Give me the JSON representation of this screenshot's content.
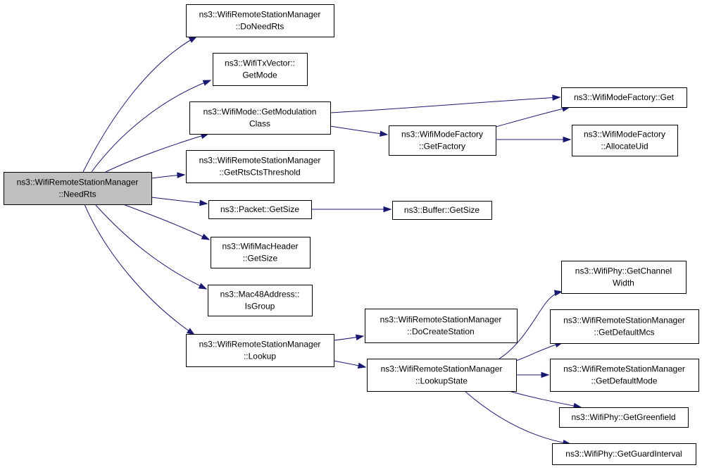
{
  "nodes": [
    {
      "id": "need_rts",
      "lines": [
        "ns3::WifiRemoteStationManager",
        "::NeedRts"
      ],
      "root": true
    },
    {
      "id": "do_need_rts",
      "lines": [
        "ns3::WifiRemoteStationManager",
        "::DoNeedRts"
      ]
    },
    {
      "id": "txvector_get_mode",
      "lines": [
        "ns3::WifiTxVector::",
        "GetMode"
      ]
    },
    {
      "id": "wifimode_get_modulation_class",
      "lines": [
        "ns3::WifiMode::GetModulation",
        "Class"
      ]
    },
    {
      "id": "get_rts_cts_threshold",
      "lines": [
        "ns3::WifiRemoteStationManager",
        "::GetRtsCtsThreshold"
      ]
    },
    {
      "id": "packet_get_size",
      "lines": [
        "ns3::Packet::GetSize"
      ]
    },
    {
      "id": "macheader_get_size",
      "lines": [
        "ns3::WifiMacHeader",
        "::GetSize"
      ]
    },
    {
      "id": "mac48_is_group",
      "lines": [
        "ns3::Mac48Address::",
        "IsGroup"
      ]
    },
    {
      "id": "lookup",
      "lines": [
        "ns3::WifiRemoteStationManager",
        "::Lookup"
      ]
    },
    {
      "id": "modefactory_get",
      "lines": [
        "ns3::WifiModeFactory::Get"
      ]
    },
    {
      "id": "modefactory_get_factory",
      "lines": [
        "ns3::WifiModeFactory",
        "::GetFactory"
      ]
    },
    {
      "id": "modefactory_allocate_uid",
      "lines": [
        "ns3::WifiModeFactory",
        "::AllocateUid"
      ]
    },
    {
      "id": "buffer_get_size",
      "lines": [
        "ns3::Buffer::GetSize"
      ]
    },
    {
      "id": "do_create_station",
      "lines": [
        "ns3::WifiRemoteStationManager",
        "::DoCreateStation"
      ]
    },
    {
      "id": "lookup_state",
      "lines": [
        "ns3::WifiRemoteStationManager",
        "::LookupState"
      ]
    },
    {
      "id": "phy_get_channel_width",
      "lines": [
        "ns3::WifiPhy::GetChannel",
        "Width"
      ]
    },
    {
      "id": "get_default_mcs",
      "lines": [
        "ns3::WifiRemoteStationManager",
        "::GetDefaultMcs"
      ]
    },
    {
      "id": "get_default_mode",
      "lines": [
        "ns3::WifiRemoteStationManager",
        "::GetDefaultMode"
      ]
    },
    {
      "id": "phy_get_greenfield",
      "lines": [
        "ns3::WifiPhy::GetGreenfield"
      ]
    },
    {
      "id": "phy_get_guard_interval",
      "lines": [
        "ns3::WifiPhy::GetGuardInterval"
      ]
    }
  ],
  "edges": [
    [
      "need_rts",
      "do_need_rts"
    ],
    [
      "need_rts",
      "txvector_get_mode"
    ],
    [
      "need_rts",
      "wifimode_get_modulation_class"
    ],
    [
      "need_rts",
      "get_rts_cts_threshold"
    ],
    [
      "need_rts",
      "packet_get_size"
    ],
    [
      "need_rts",
      "macheader_get_size"
    ],
    [
      "need_rts",
      "mac48_is_group"
    ],
    [
      "need_rts",
      "lookup"
    ],
    [
      "wifimode_get_modulation_class",
      "modefactory_get"
    ],
    [
      "wifimode_get_modulation_class",
      "modefactory_get_factory"
    ],
    [
      "modefactory_get_factory",
      "modefactory_get"
    ],
    [
      "modefactory_get_factory",
      "modefactory_allocate_uid"
    ],
    [
      "packet_get_size",
      "buffer_get_size"
    ],
    [
      "lookup",
      "do_create_station"
    ],
    [
      "lookup",
      "lookup_state"
    ],
    [
      "lookup_state",
      "phy_get_channel_width"
    ],
    [
      "lookup_state",
      "get_default_mcs"
    ],
    [
      "lookup_state",
      "get_default_mode"
    ],
    [
      "lookup_state",
      "phy_get_greenfield"
    ],
    [
      "lookup_state",
      "phy_get_guard_interval"
    ]
  ],
  "colors": {
    "edge": "#191970",
    "root_fill": "#bfbfbf",
    "node_fill": "#ffffff",
    "node_border": "#000000"
  }
}
